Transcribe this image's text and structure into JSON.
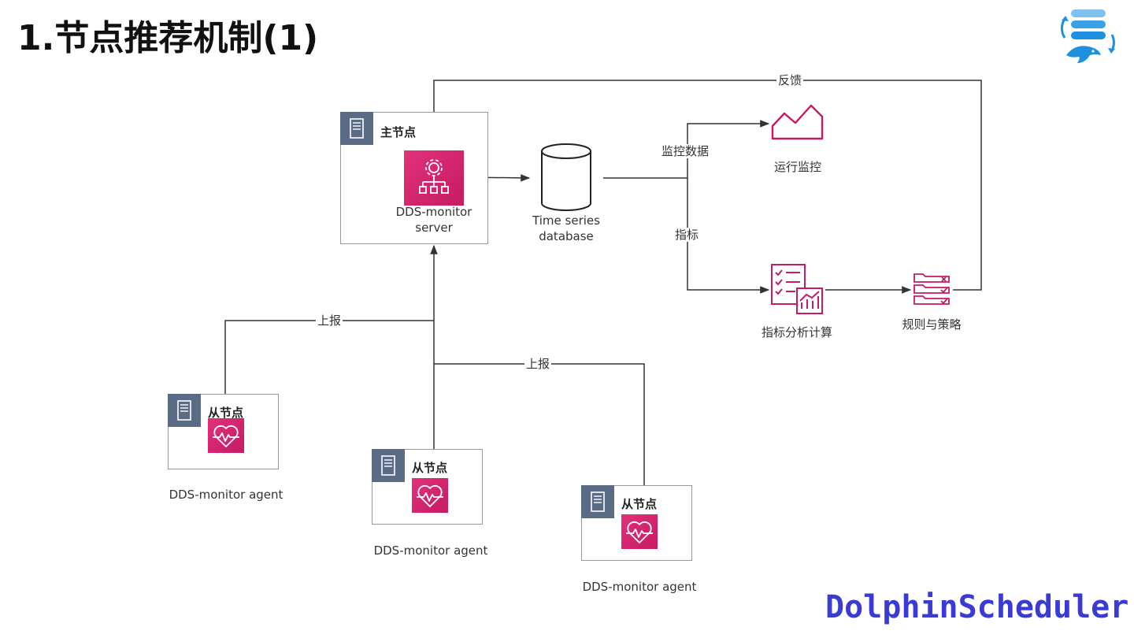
{
  "slide": {
    "title": "1.节点推荐机制(1)",
    "brand": "DolphinScheduler"
  },
  "diagram": {
    "master": {
      "title": "主节点",
      "service_line1": "DDS-monitor",
      "service_line2": "server"
    },
    "database": {
      "line1": "Time series",
      "line2": "database"
    },
    "outputs": {
      "monitor_label": "运行监控",
      "analysis_label": "指标分析计算",
      "rules_label": "规则与策略"
    },
    "edges": {
      "feedback": "反馈",
      "monitor_data": "监控数据",
      "metrics": "指标",
      "report_1": "上报",
      "report_2": "上报"
    },
    "agents": [
      {
        "title": "从节点",
        "label": "DDS-monitor agent"
      },
      {
        "title": "从节点",
        "label": "DDS-monitor agent"
      },
      {
        "title": "从节点",
        "label": "DDS-monitor agent"
      }
    ]
  },
  "colors": {
    "accent_pink": "#d6266f",
    "tab_slate": "#5a6b85",
    "brand_blue": "#3a3ad4",
    "logo_blue": "#1e90e0",
    "line": "#333333"
  },
  "icons": {
    "server_tab": "server-rack-icon",
    "master_service": "gear-network-icon",
    "agent_service": "heartbeat-icon",
    "database": "cylinder-database-icon",
    "monitor": "area-chart-icon",
    "analysis": "checklist-chart-icon",
    "rules": "rules-list-icon",
    "logo": "dolphin-scheduler-logo-icon"
  }
}
